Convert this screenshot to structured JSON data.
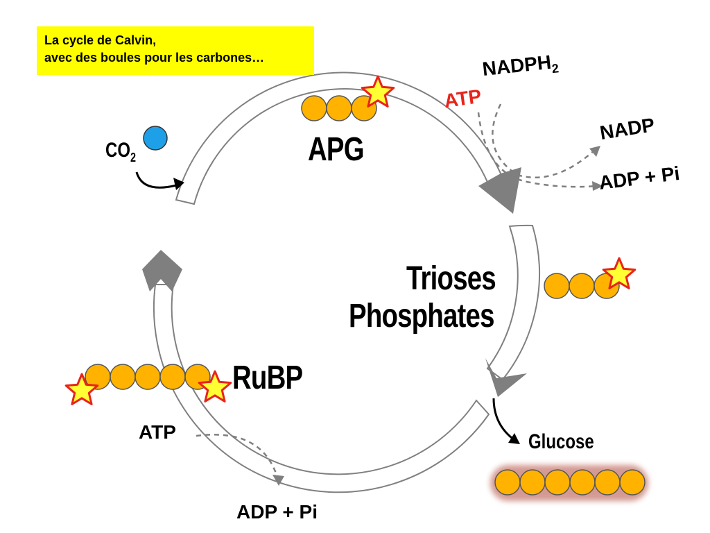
{
  "title": {
    "line1": "La cycle de Calvin,",
    "line2": "avec des boules pour les carbones…"
  },
  "compounds": {
    "apg": "APG",
    "trioses_line1": "Trioses",
    "trioses_line2": "Phosphates",
    "rubp": "RuBP",
    "glucose": "Glucose"
  },
  "co2": {
    "base": "CO",
    "sub": "2"
  },
  "top_reaction": {
    "nadph_base": "NADPH",
    "nadph_sub": "2",
    "atp": "ATP",
    "nadp": "NADP",
    "adp_pi": "ADP + Pi"
  },
  "bottom_reaction": {
    "atp": "ATP",
    "adp_pi": "ADP + Pi"
  },
  "carbon_counts": {
    "apg": 3,
    "trioses": 3,
    "rubp": 5,
    "glucose": 6
  },
  "colors": {
    "carbon_ball": "#ffb300",
    "star": "#ffff33",
    "star_outline": "#e8241a",
    "co2_ball": "#1ea0e8",
    "arrow_gray": "#7f7f7f",
    "title_bg": "#ffff00",
    "atp_red": "#e8241a"
  }
}
